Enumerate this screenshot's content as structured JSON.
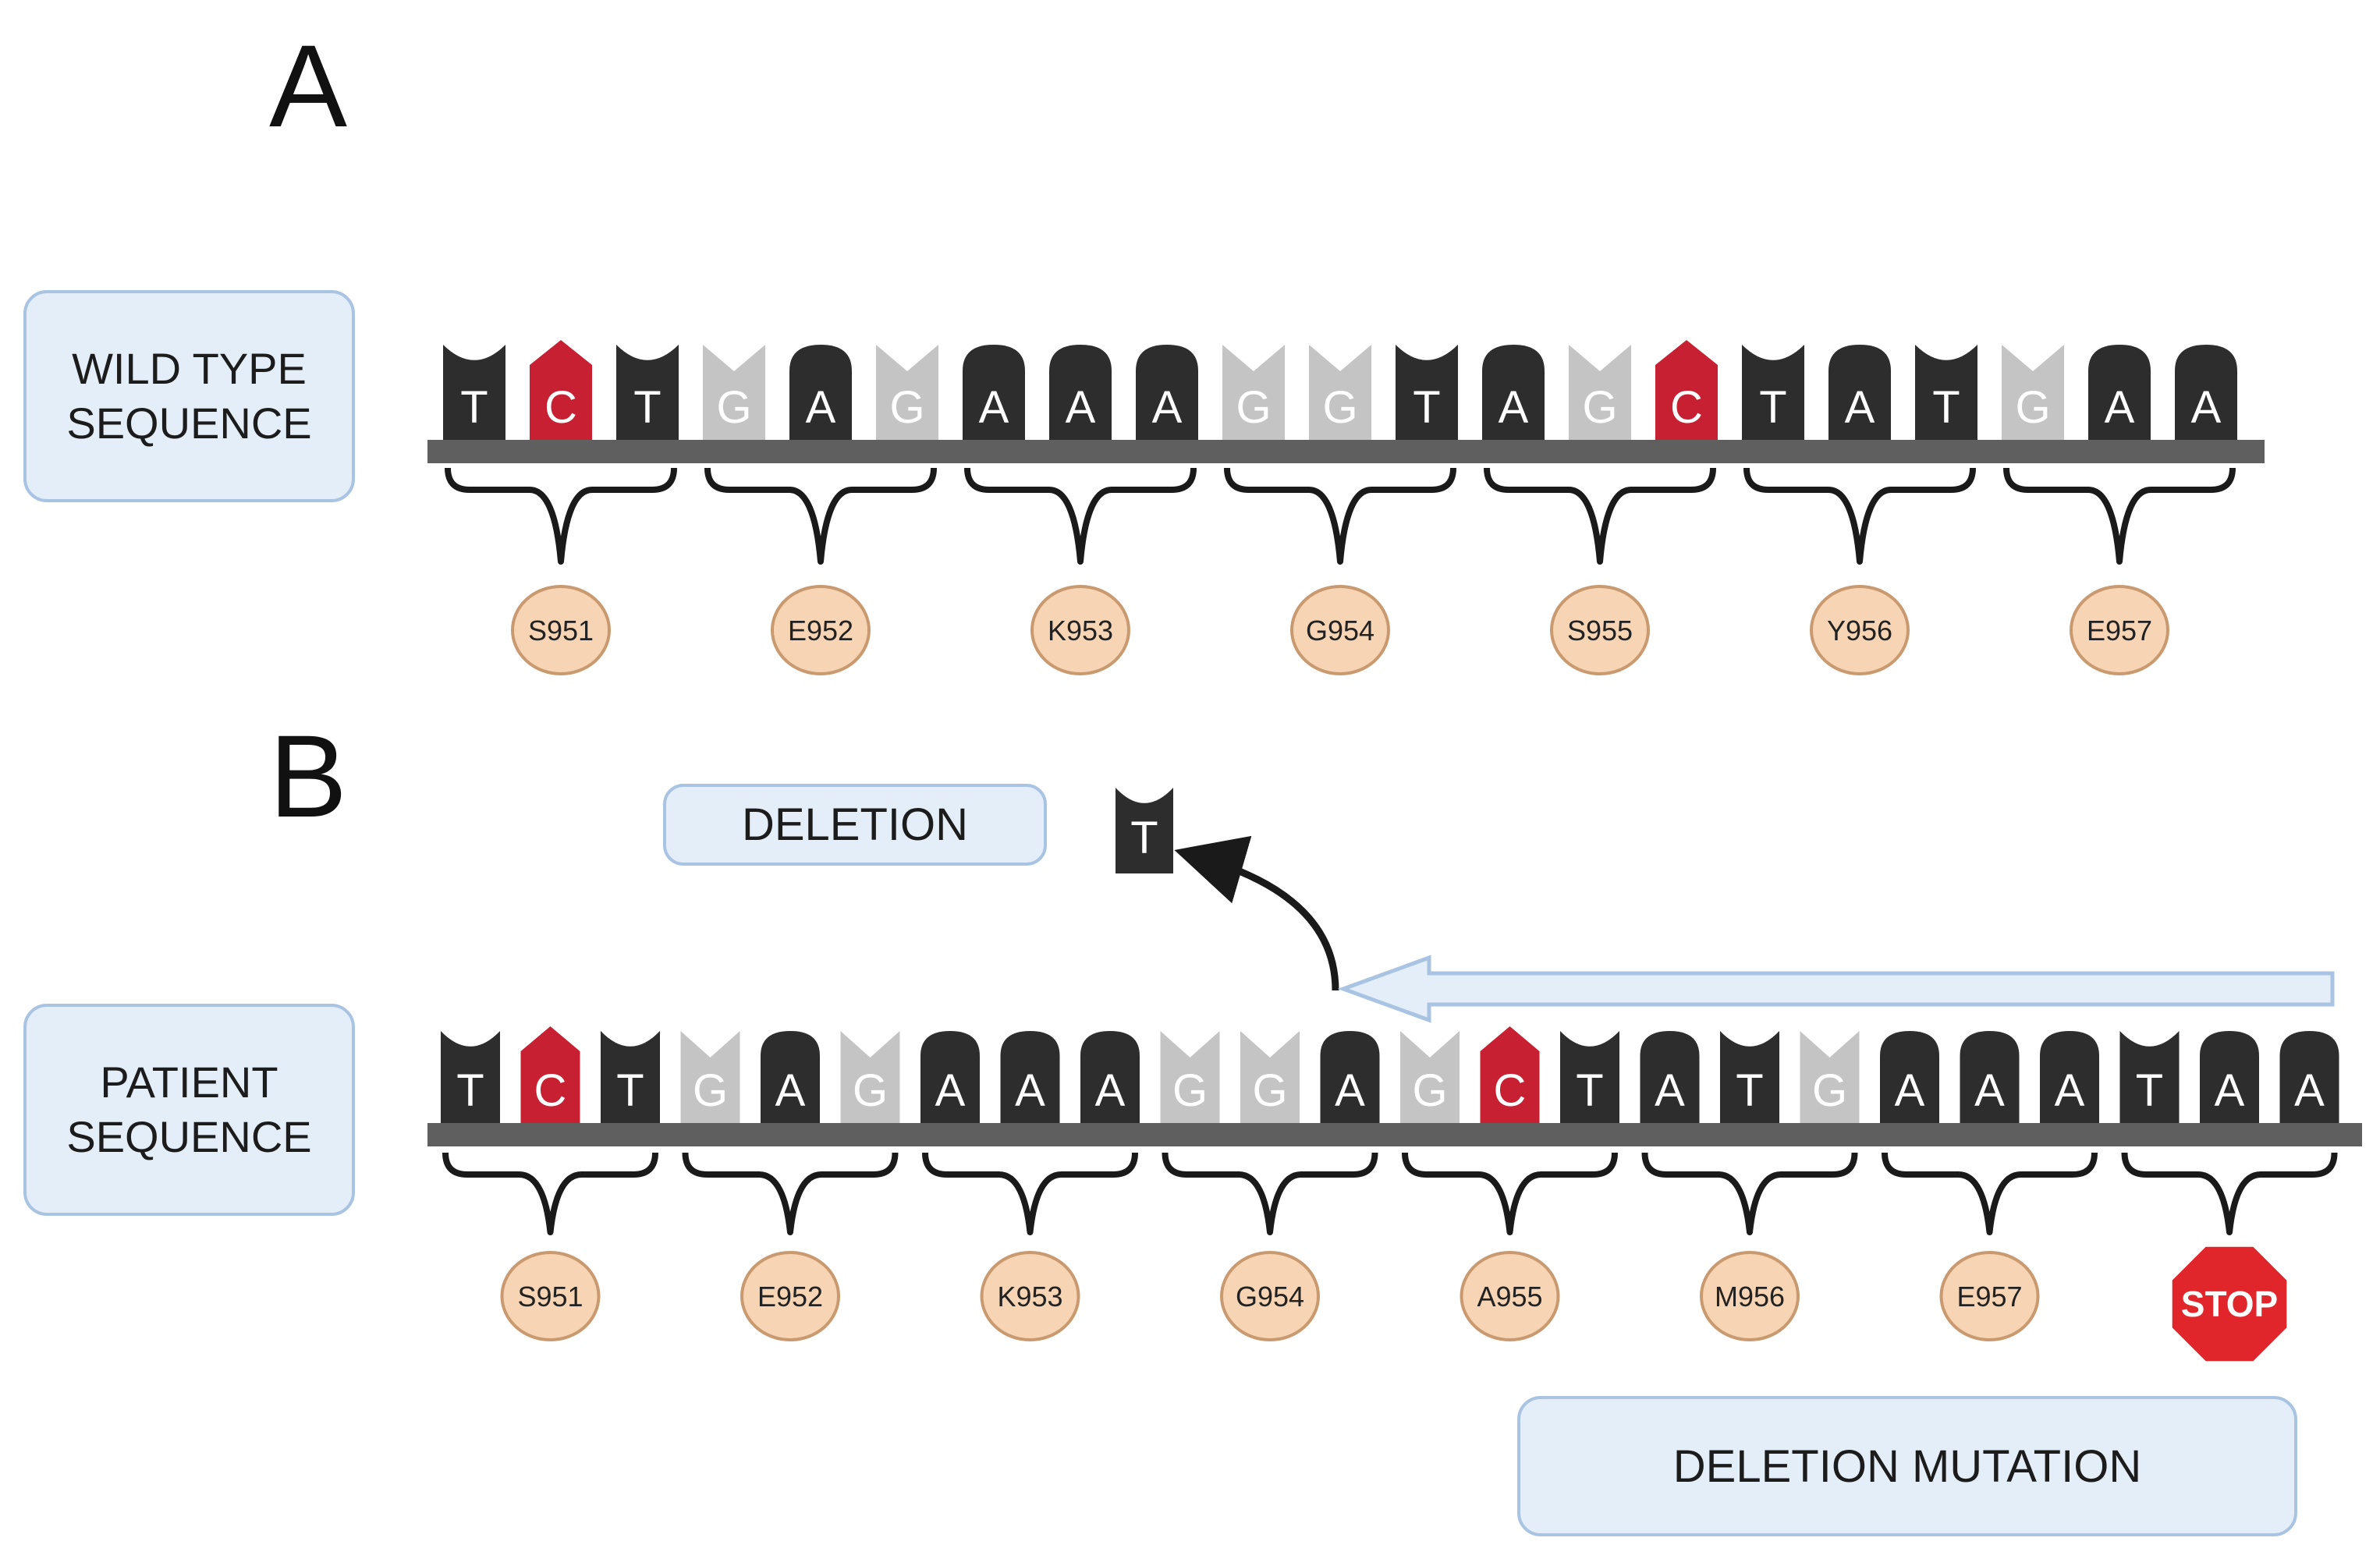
{
  "panels": {
    "a_letter": "A",
    "b_letter": "B"
  },
  "labels": {
    "wild_type": [
      "WILD TYPE",
      "SEQUENCE"
    ],
    "patient": [
      "PATIENT",
      "SEQUENCE"
    ],
    "deletion": "DELETION",
    "deletion_mutation": "DELETION MUTATION"
  },
  "colors": {
    "T": "#2d2d2d",
    "A": "#2d2d2d",
    "G": "#c4c4c4",
    "C": "#c62032",
    "backbone": "#5f5f5f",
    "aa_fill": "#f7d4b4",
    "aa_border": "#c99a70",
    "stop": "#e0262b",
    "label_fill": "#e4eef9",
    "label_border": "#a9c3e3"
  },
  "wild_type": {
    "nucleotides": [
      "T",
      "C",
      "T",
      "G",
      "A",
      "G",
      "A",
      "A",
      "A",
      "G",
      "G",
      "T",
      "A",
      "G",
      "C",
      "T",
      "A",
      "T",
      "G",
      "A",
      "A"
    ],
    "amino_acids": [
      "S951",
      "E952",
      "K953",
      "G954",
      "S955",
      "Y956",
      "E957"
    ]
  },
  "patient": {
    "nucleotides": [
      "T",
      "C",
      "T",
      "G",
      "A",
      "G",
      "A",
      "A",
      "A",
      "G",
      "G",
      "A",
      "G",
      "C",
      "T",
      "A",
      "T",
      "G",
      "A",
      "A",
      "A",
      "T",
      "A",
      "A"
    ],
    "amino_acids": [
      "S951",
      "E952",
      "K953",
      "G954",
      "A955",
      "M956",
      "E957"
    ],
    "stop_label": "STOP"
  },
  "deleted_nucleotide": "T"
}
